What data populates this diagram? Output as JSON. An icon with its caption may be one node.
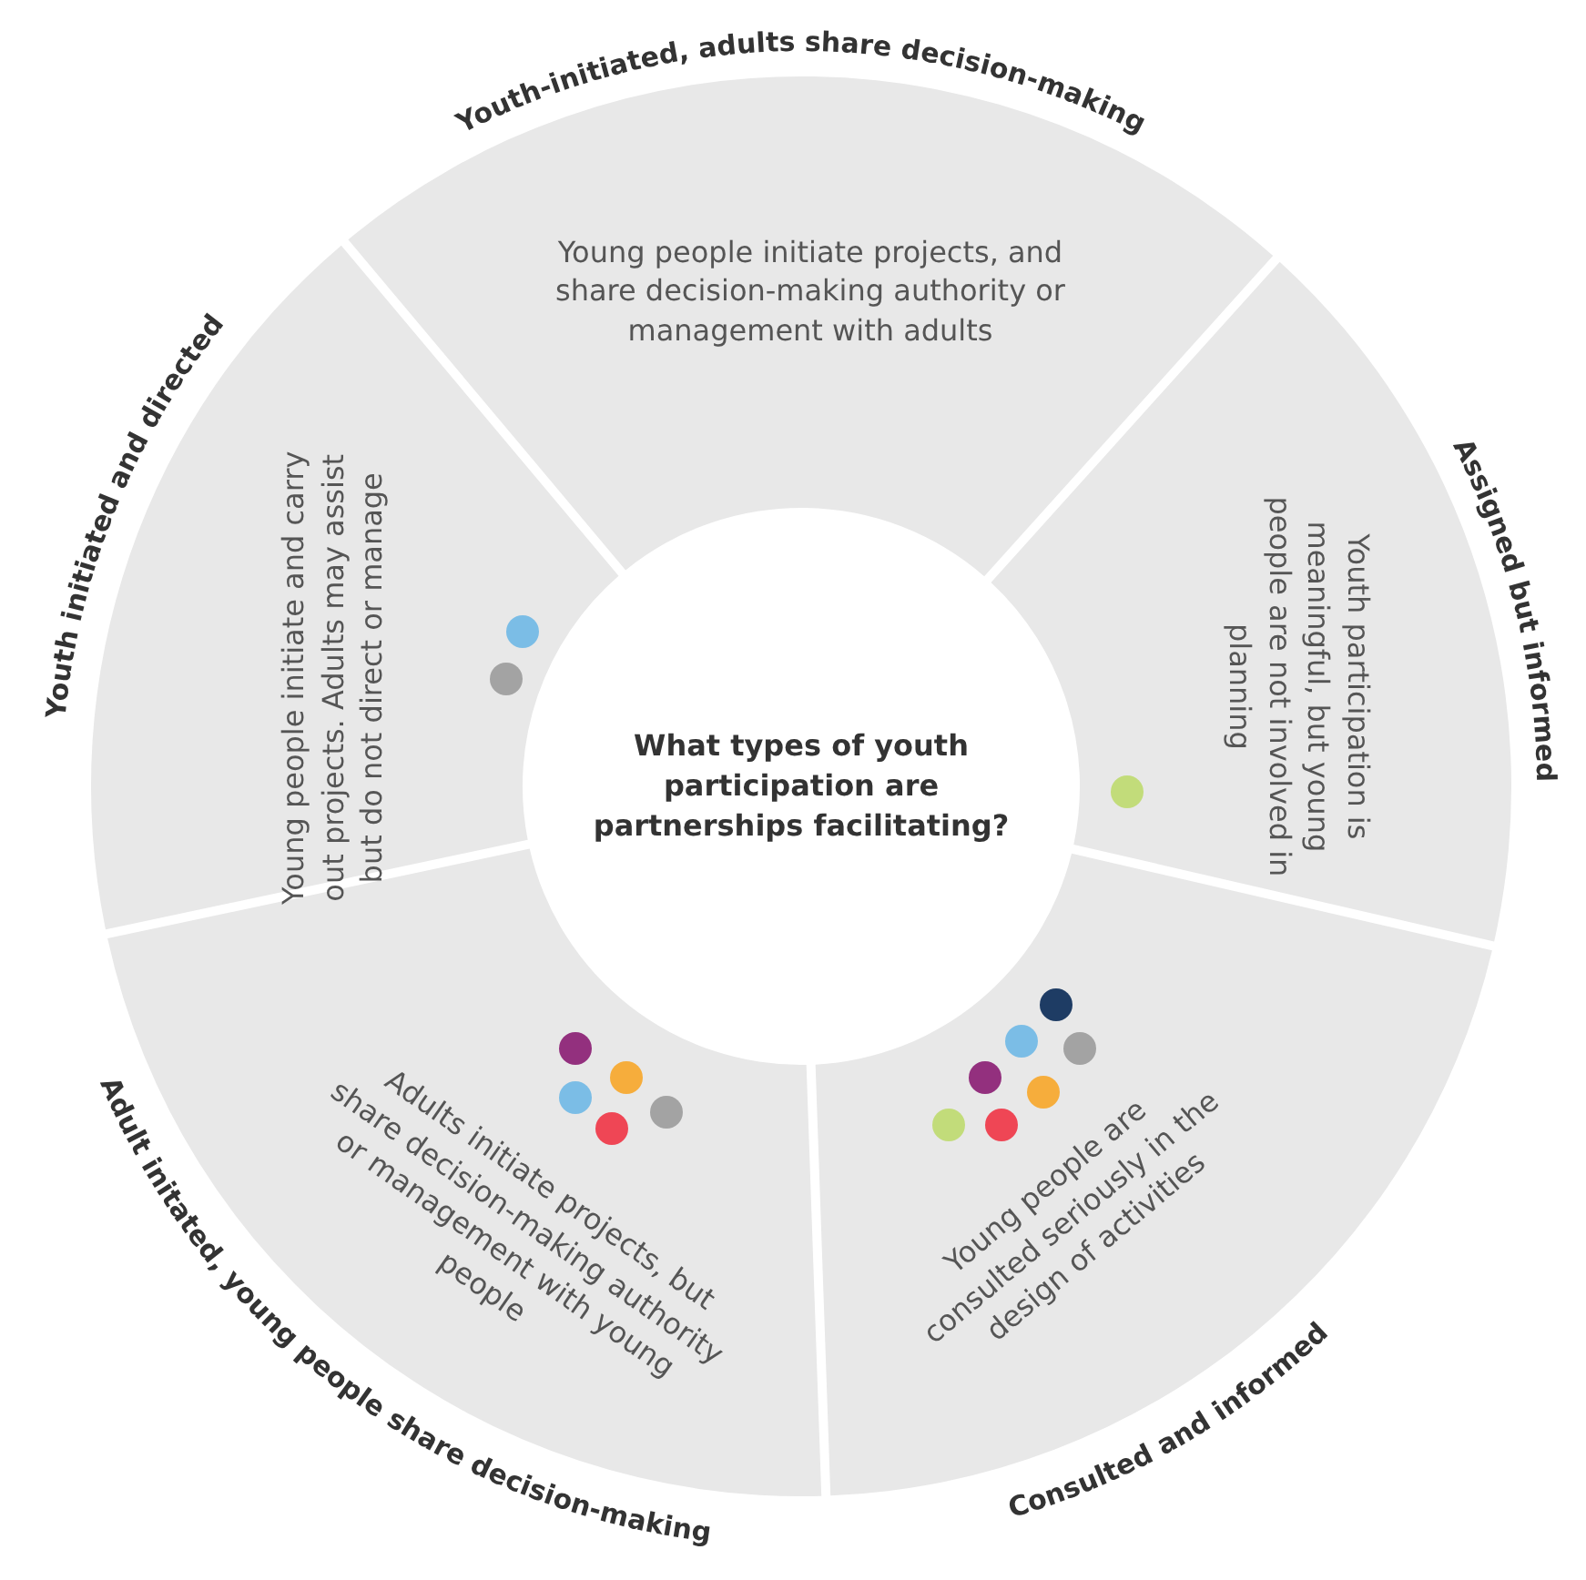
{
  "diagram": {
    "nodes": [
      {
        "text": [
          "Youth-initiated, adults share decision-making",
          "Young people initiate projects, and share decision-making authority or management with adults"
        ]
      },
      {
        "text": [
          "Youth initiated and directed",
          "Young people initiate and carry out projects. Adults may assist but do not direct or manage"
        ]
      },
      {
        "text": [
          "Assigned but informed",
          "Youth participation is meaningful, but young people are not involved in planning"
        ]
      },
      {
        "text": [
          "What types of youth participation are partnerships facilitating?"
        ]
      },
      {
        "text": [
          "Adult initated, young people share decision-making",
          "Adults initiate projects, but share decision-making authority or management with young people"
        ]
      },
      {
        "text": [
          "Consulted and informed",
          "Young people are consulted seriously in the design of activities"
        ]
      }
    ]
  }
}
